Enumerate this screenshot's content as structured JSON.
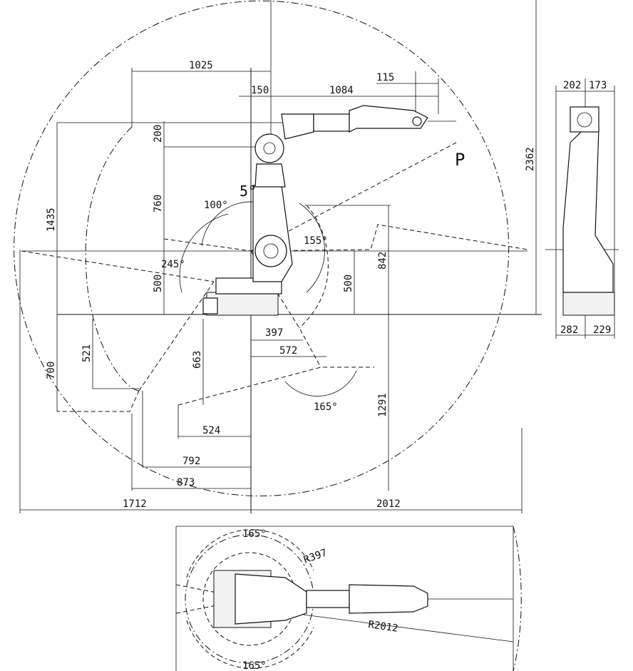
{
  "side_view": {
    "dimensions": {
      "d1025": "1025",
      "d150": "150",
      "d1084": "1084",
      "d115": "115",
      "d200": "200",
      "d760": "760",
      "d1435": "1435",
      "d500_left": "500",
      "d500_right": "500",
      "d842": "842",
      "d397": "397",
      "d572": "572",
      "d521": "521",
      "d700": "700",
      "d663": "663",
      "d524": "524",
      "d792": "792",
      "d873": "873",
      "d1712": "1712",
      "d2012": "2012",
      "d1291": "1291",
      "d2362": "2362"
    },
    "angles": {
      "a5": "5°",
      "a100": "100°",
      "a245": "245°",
      "a155": "155°",
      "a165": "165°"
    },
    "point_label": "P"
  },
  "end_view": {
    "dimensions": {
      "d202": "202",
      "d173": "173",
      "d282": "282",
      "d229": "229"
    }
  },
  "top_view": {
    "labels": {
      "a165_top": "165°",
      "a165_bottom": "165°",
      "r397": "R397",
      "r2012": "R2012"
    }
  }
}
